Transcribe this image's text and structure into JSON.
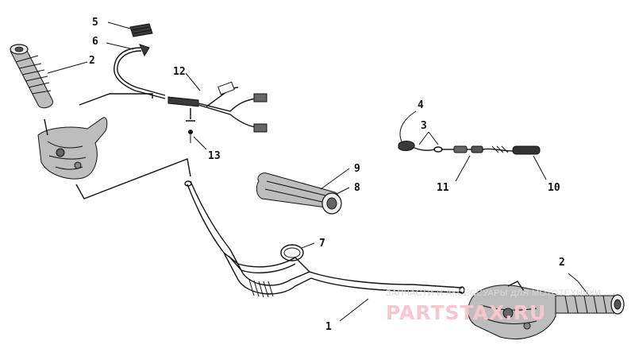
{
  "callouts": {
    "c1": "1",
    "c2a": "2",
    "c2b": "2",
    "c3": "3",
    "c4": "4",
    "c5": "5",
    "c6": "6",
    "c7": "7",
    "c8": "8",
    "c9": "9",
    "c10": "10",
    "c11": "11",
    "c12": "12",
    "c13": "13"
  },
  "watermark": {
    "subtitle": "ЗАПЧАСТИ И АКСЕССУАРЫ ДЛЯ МОТОТЕХНИКИ",
    "brand": "PARTSTAX.RU"
  },
  "colors": {
    "ink": "#111111",
    "watermark_main": "#f7c7cf",
    "watermark_sub": "#d9d9d9"
  }
}
